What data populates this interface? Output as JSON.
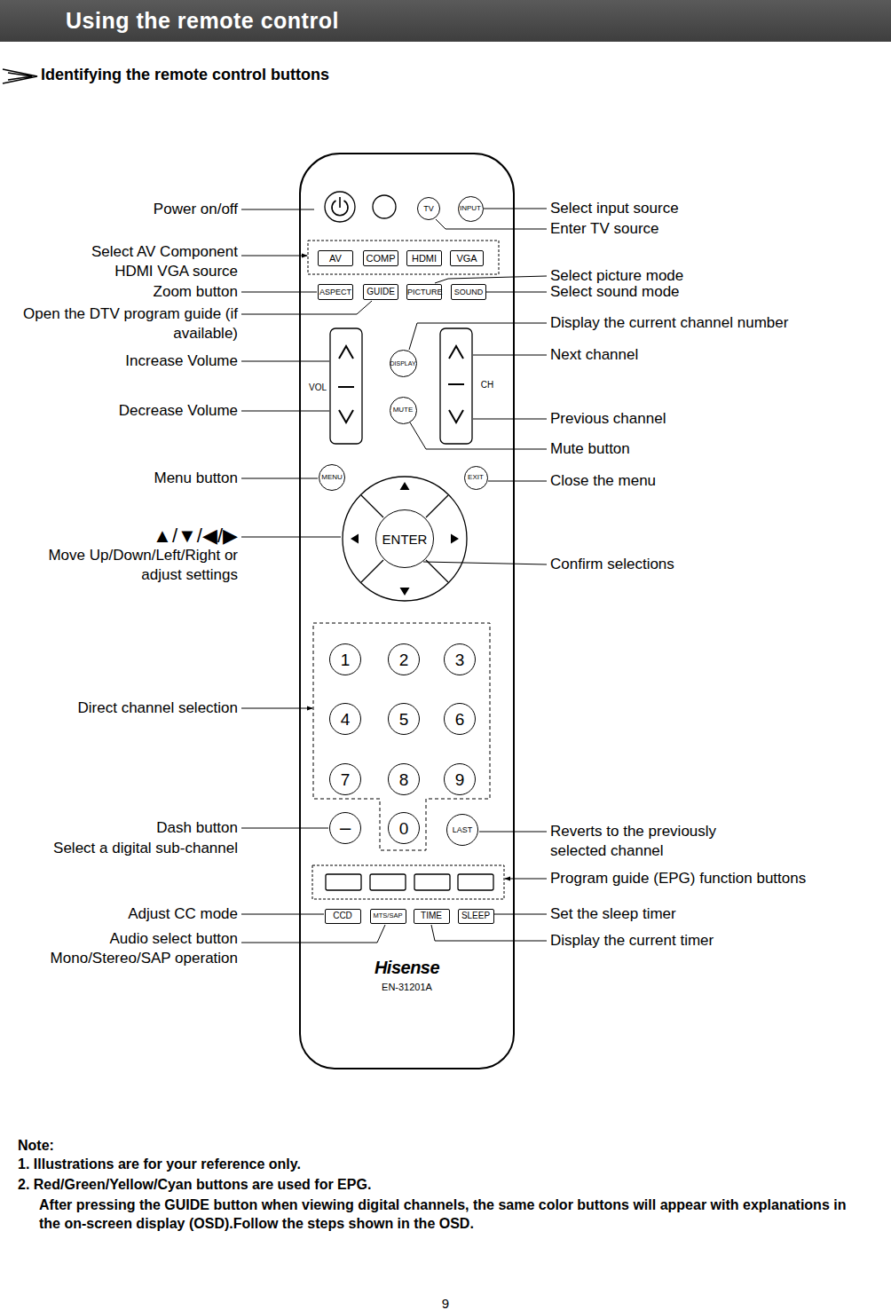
{
  "diagram": {
    "title": "Using the remote control",
    "nodes": [
      {
        "text": [
          "Hisense",
          "EN-31201A"
        ]
      },
      {
        "text": [
          "TV"
        ],
        "in": 0
      },
      {
        "text": [
          "INPUT"
        ],
        "in": 0
      },
      {
        "text": [
          "AV"
        ],
        "in": 0
      },
      {
        "text": [
          "COMP"
        ],
        "in": 0
      },
      {
        "text": [
          "HDMI"
        ],
        "in": 0
      },
      {
        "text": [
          "VGA"
        ],
        "in": 0
      },
      {
        "text": [
          "ASPECT"
        ],
        "in": 0
      },
      {
        "text": [
          "GUIDE"
        ],
        "in": 0
      },
      {
        "text": [
          "PICTURE"
        ],
        "in": 0
      },
      {
        "text": [
          "SOUND"
        ],
        "in": 0
      },
      {
        "text": [
          "DISPLAY"
        ],
        "in": 0
      },
      {
        "text": [
          "MUTE"
        ],
        "in": 0
      },
      {
        "text": [
          "MENU"
        ],
        "in": 0
      },
      {
        "text": [
          "EXIT"
        ],
        "in": 0
      },
      {
        "text": [
          "ENTER"
        ],
        "in": 0
      },
      {
        "text": [
          "1"
        ],
        "in": 0
      },
      {
        "text": [
          "2"
        ],
        "in": 0
      },
      {
        "text": [
          "3"
        ],
        "in": 0
      },
      {
        "text": [
          "4"
        ],
        "in": 0
      },
      {
        "text": [
          "5"
        ],
        "in": 0
      },
      {
        "text": [
          "6"
        ],
        "in": 0
      },
      {
        "text": [
          "7"
        ],
        "in": 0
      },
      {
        "text": [
          "8"
        ],
        "in": 0
      },
      {
        "text": [
          "9"
        ],
        "in": 0
      },
      {
        "text": [
          "–"
        ],
        "in": 0
      },
      {
        "text": [
          "0"
        ],
        "in": 0
      },
      {
        "text": [
          "LAST"
        ],
        "in": 0
      },
      {
        "text": [
          "CCD"
        ],
        "in": 0
      },
      {
        "text": [
          "MTS/SAP"
        ],
        "in": 0
      },
      {
        "text": [
          "TIME"
        ],
        "in": 0
      },
      {
        "text": [
          "SLEEP"
        ],
        "in": 0
      }
    ],
    "labels": [
      "Identifying the remote control buttons",
      "Power on/off",
      "Select AV Component HDMI VGA source",
      "Zoom button",
      "Open the DTV program guide (if available)",
      "Increase Volume",
      "Decrease Volume",
      "Menu button",
      "▲/▼/◀/▶",
      "Move Up/Down/Left/Right or adjust settings",
      "Direct channel selection",
      "Dash button",
      "Select a digital sub-channel",
      "Adjust CC mode",
      "Audio select button Mono/Stereo/SAP operation",
      "Select input source",
      "Enter TV source",
      "Select picture mode",
      "Select sound mode",
      "Display the current channel number",
      "Next channel",
      "Previous channel",
      "Mute button",
      "Close the menu",
      "Confirm selections",
      "Reverts to the previously selected channel",
      "Program guide (EPG) function buttons",
      "Set the sleep timer",
      "Display the current timer",
      "VOL",
      "CH",
      "Note:",
      "1. Illustrations are for your reference only.",
      "2. Red/Green/Yellow/Cyan buttons are used for EPG.",
      "After pressing the GUIDE button when viewing digital channels, the same color buttons will appear with explanations in the on-screen display (OSD).Follow the steps shown in the OSD.",
      "9"
    ]
  }
}
